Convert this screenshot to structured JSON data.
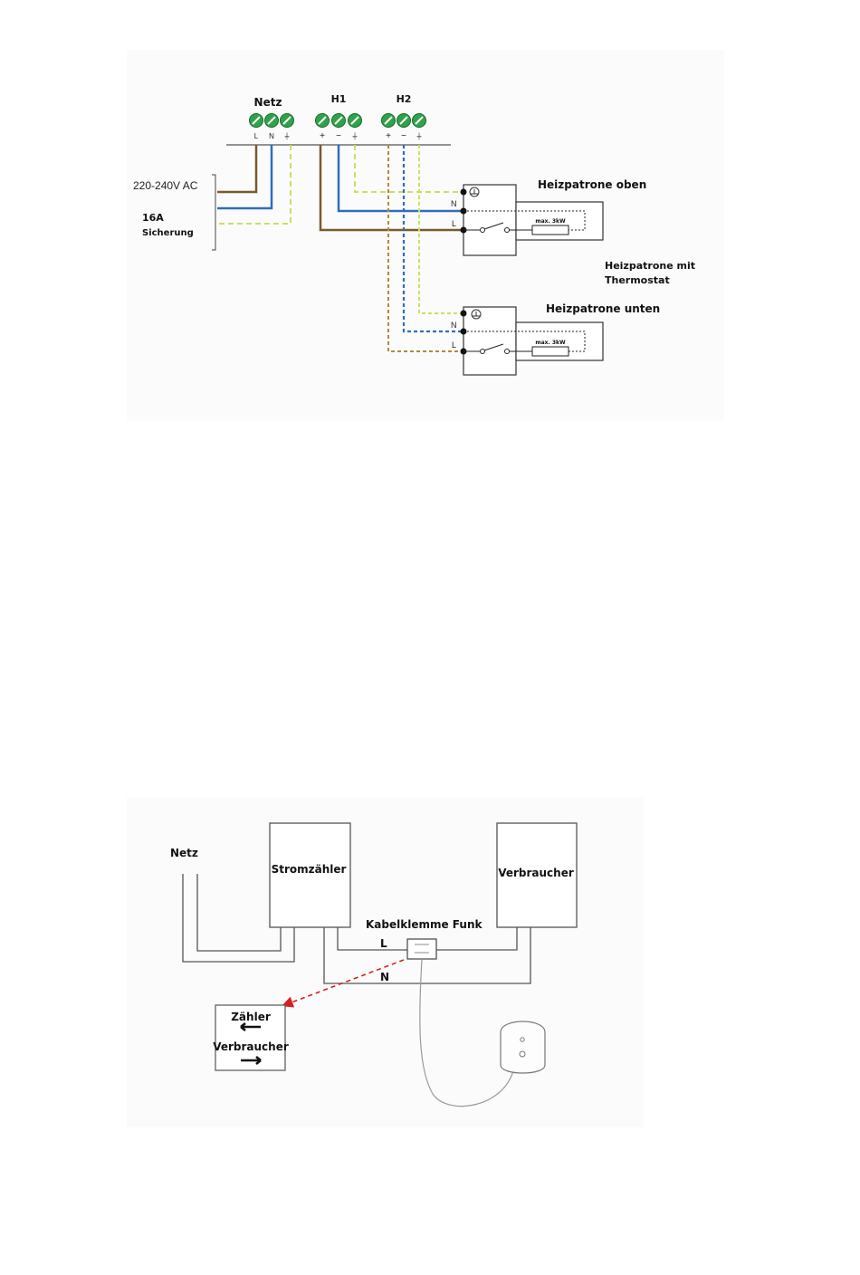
{
  "diagram_top": {
    "terminal_groups": [
      {
        "title": "Netz",
        "marks": [
          "L",
          "N",
          "⏚"
        ]
      },
      {
        "title": "H1",
        "marks": [
          "+",
          "−",
          "⏚"
        ]
      },
      {
        "title": "H2",
        "marks": [
          "+",
          "−",
          "⏚"
        ]
      }
    ],
    "supply_voltage": "220-240V AC",
    "fuse_rating": "16A",
    "fuse_label": "Sicherung",
    "heater_upper": {
      "title": "Heizpatrone oben",
      "n_label": "N",
      "l_label": "L",
      "element_rating": "max. 3kW"
    },
    "heater_lower": {
      "title": "Heizpatrone unten",
      "n_label": "N",
      "l_label": "L",
      "element_rating": "max. 3kW"
    },
    "thermostat_note_line1": "Heizpatrone mit",
    "thermostat_note_line2": "Thermostat",
    "wire_colors": {
      "phase": "#7a5a2a",
      "neutral": "#2f6fb5",
      "earth": "#c8e060"
    }
  },
  "diagram_bottom": {
    "grid_label": "Netz",
    "meter_label": "Stromzähler",
    "consumer_label": "Verbraucher",
    "clamp_label": "Kabelklemme Funk",
    "l_label": "L",
    "n_label": "N",
    "direction_box": {
      "meter_side": "Zähler",
      "consumer_side": "Verbraucher"
    },
    "signal_color": "#d42020"
  }
}
